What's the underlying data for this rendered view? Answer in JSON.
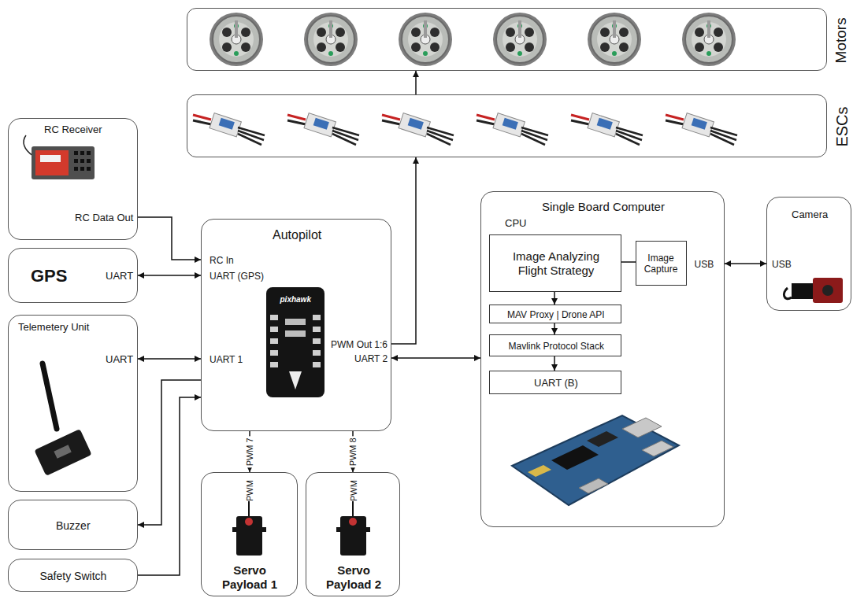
{
  "diagram": {
    "nodes": [
      {
        "text": [
          "Motors"
        ]
      },
      {
        "text": [
          "ESCs"
        ]
      },
      {
        "text": [
          "RC Receiver",
          "RC Data Out"
        ]
      },
      {
        "text": [
          "GPS",
          "UART"
        ]
      },
      {
        "text": [
          "Telemetery Unit",
          "UART"
        ]
      },
      {
        "text": [
          "Buzzer"
        ]
      },
      {
        "text": [
          "Safety Switch"
        ]
      },
      {
        "text": [
          "Autopilot",
          "RC In",
          "UART (GPS)",
          "UART 1",
          "PWM Out 1:6",
          "UART 2"
        ]
      },
      {
        "text": [
          "PWM",
          "Servo Payload 1"
        ]
      },
      {
        "text": [
          "PWM",
          "Servo Payload 2"
        ]
      },
      {
        "text": [
          "Single Board Computer",
          "CPU",
          "USB"
        ]
      },
      {
        "text": [
          "Image Analyzing Flight Strategy"
        ],
        "in": 10
      },
      {
        "text": [
          "Image Capture"
        ],
        "in": 10
      },
      {
        "text": [
          "MAV Proxy | Drone API"
        ],
        "in": 10
      },
      {
        "text": [
          "Mavlink Protocol Stack"
        ],
        "in": 10
      },
      {
        "text": [
          "UART (B)"
        ],
        "in": 10
      },
      {
        "text": [
          "Camera",
          "USB"
        ]
      }
    ],
    "edges": [
      {
        "from": 2,
        "to": 7,
        "arrow": "to"
      },
      {
        "from": 3,
        "to": 7,
        "arrow": "both"
      },
      {
        "from": 4,
        "to": 7,
        "arrow": "both"
      },
      {
        "from": 7,
        "to": 5,
        "arrow": "to"
      },
      {
        "from": 6,
        "to": 7,
        "arrow": "to"
      },
      {
        "from": 7,
        "to": 1,
        "arrow": "to"
      },
      {
        "from": 1,
        "to": 0,
        "arrow": "to"
      },
      {
        "from": 7,
        "to": 8,
        "label": "PWM 7",
        "arrow": "to"
      },
      {
        "from": 7,
        "to": 9,
        "label": "PWM 8",
        "arrow": "to"
      },
      {
        "from": 7,
        "to": 10,
        "arrow": "both"
      },
      {
        "from": 11,
        "to": 13,
        "arrow": "to"
      },
      {
        "from": 13,
        "to": 14,
        "arrow": "to"
      },
      {
        "from": 14,
        "to": 15,
        "arrow": "to"
      },
      {
        "from": 12,
        "to": 11,
        "arrow": "none"
      },
      {
        "from": 10,
        "to": 16,
        "arrow": "both"
      }
    ],
    "labels": [
      "pixhawk"
    ]
  }
}
